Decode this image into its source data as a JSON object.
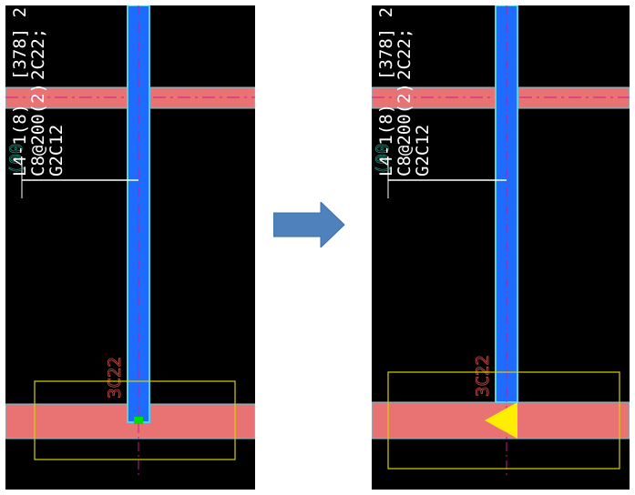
{
  "annotations": {
    "line1": "[378] 2",
    "line2": "2C22;",
    "line3": "L4-1(8)",
    "line4": "C8@200(2)",
    "line5": "G2C12",
    "rebar_label": "3C22",
    "ghost_label": "(00"
  },
  "colors": {
    "canvas": "#000000",
    "beam_fill": "#e97373",
    "column_fill": "#1e6bff",
    "column_edge": "#5ad0e6",
    "axis_line": "#d01890",
    "selection_box": "#d8d000",
    "grip_left": "#00e000",
    "grip_right": "#ffee00",
    "transition_arrow": "#4f81bd"
  },
  "icons": {
    "transition": "right-arrow-icon",
    "grip_before": "square-grip-icon",
    "grip_after": "triangle-grip-icon"
  }
}
